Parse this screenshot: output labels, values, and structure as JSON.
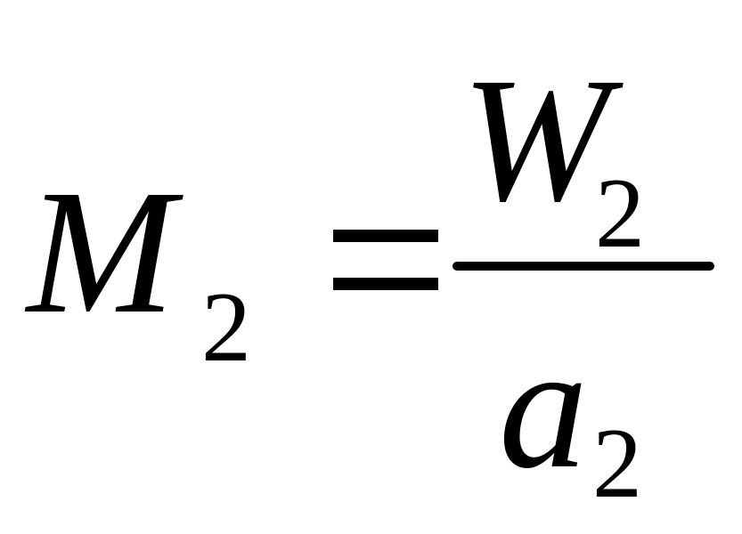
{
  "equation": {
    "lhs": {
      "variable": "M",
      "subscript": "2"
    },
    "operator": "=",
    "numerator": {
      "variable": "W",
      "subscript": "2"
    },
    "denominator": {
      "variable": "a",
      "subscript": "2"
    }
  }
}
